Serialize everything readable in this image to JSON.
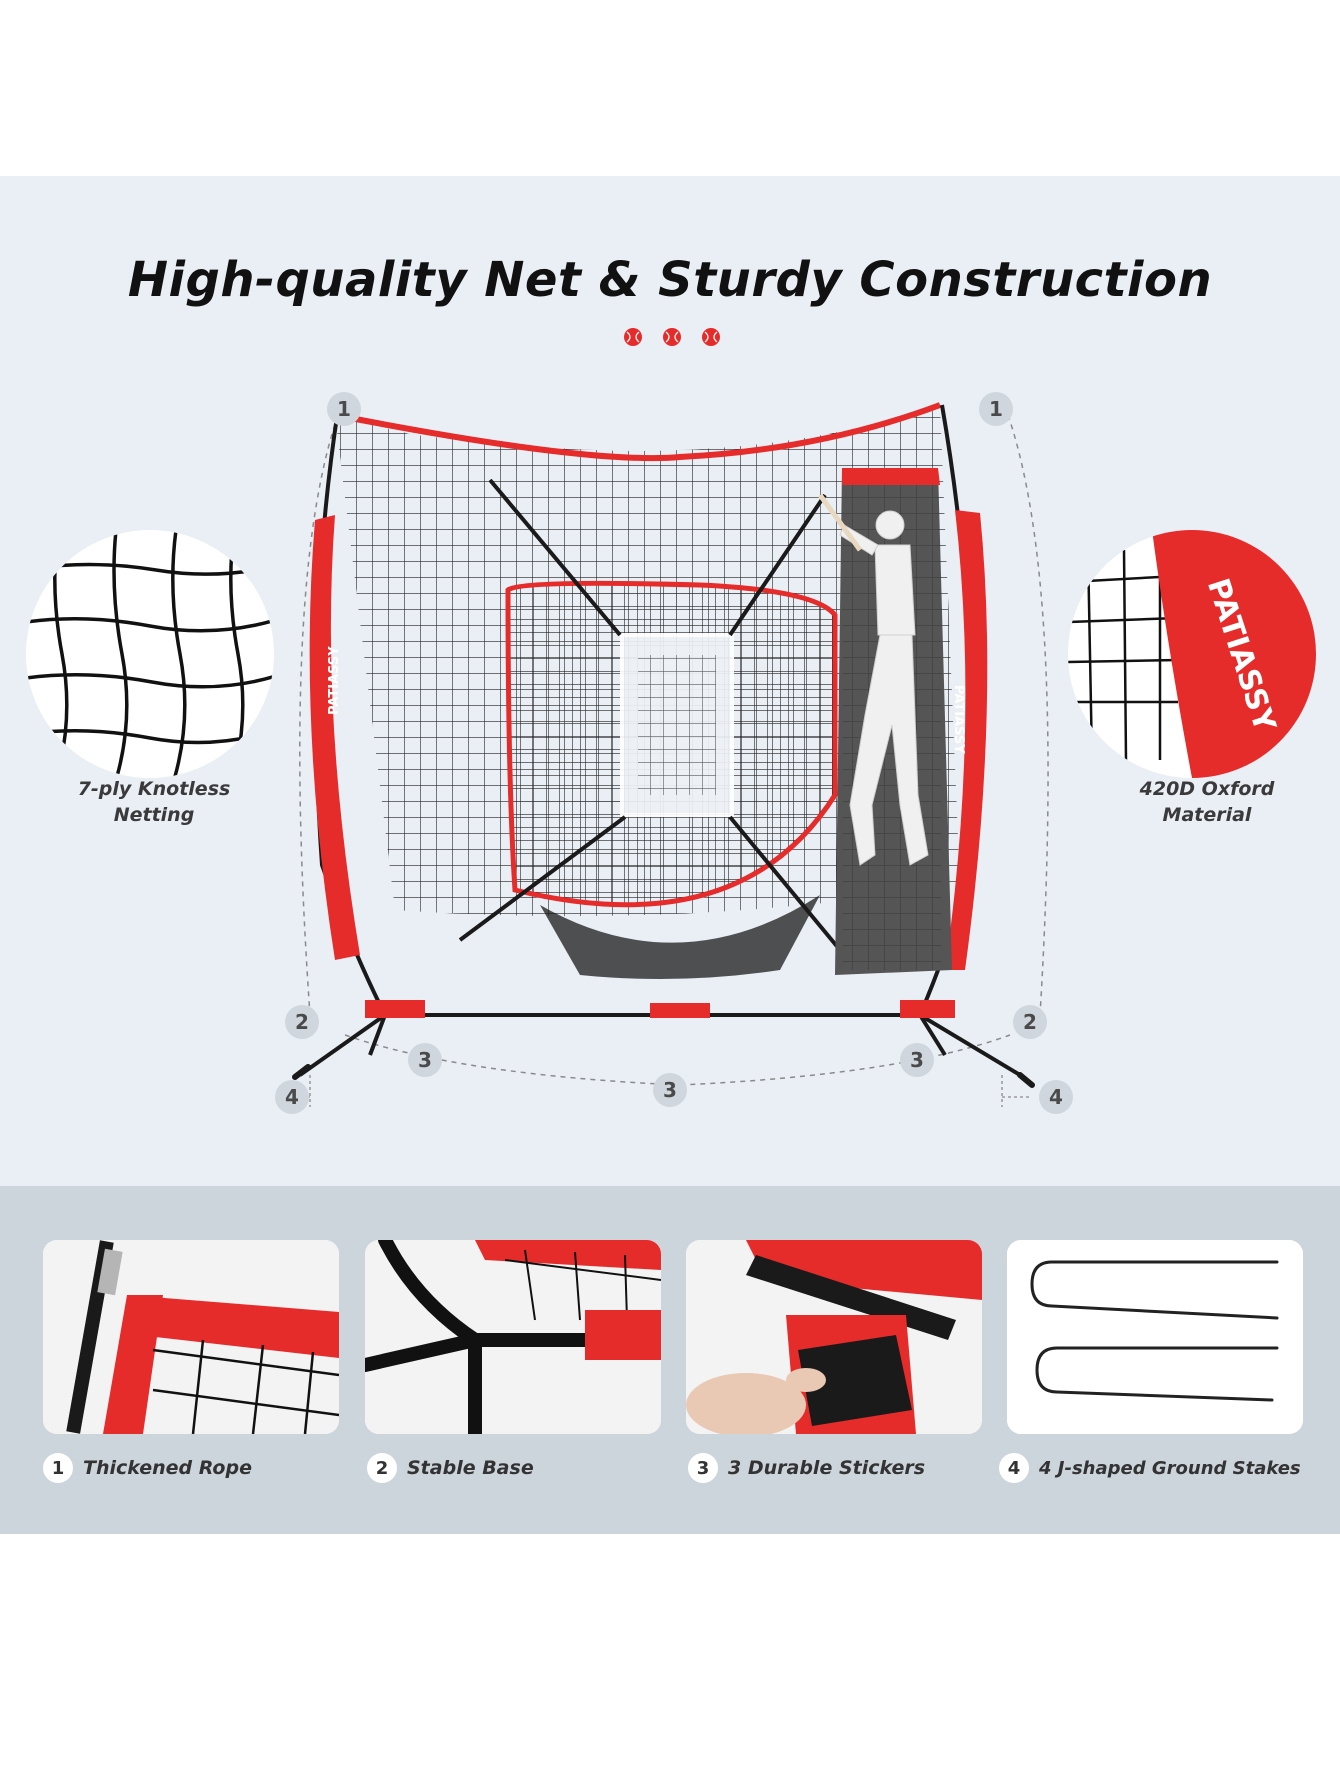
{
  "heading": "High-quality Net & Sturdy Construction",
  "colors": {
    "accent": "#e62b2b",
    "hero_bg": "#e9eff5",
    "band_bg": "#cdd5dc",
    "net": "#1a1a1a"
  },
  "features": {
    "left": {
      "line1": "7-ply Knotless",
      "line2": "Netting",
      "icon": "netting-closeup"
    },
    "right": {
      "line1": "420D Oxford",
      "line2": "Material",
      "icon": "oxford-fabric-closeup",
      "brand_text": "PATIASSY"
    }
  },
  "product": {
    "brand_text": "PATIASSY"
  },
  "callouts": {
    "rope": "1",
    "base": "2",
    "stickers": "3",
    "stakes": "4"
  },
  "details": [
    {
      "num": "1",
      "label": "Thickened Rope"
    },
    {
      "num": "2",
      "label": "Stable Base"
    },
    {
      "num": "3",
      "label": "3 Durable Stickers"
    },
    {
      "num": "4",
      "label": "4 J-shaped Ground Stakes"
    }
  ]
}
